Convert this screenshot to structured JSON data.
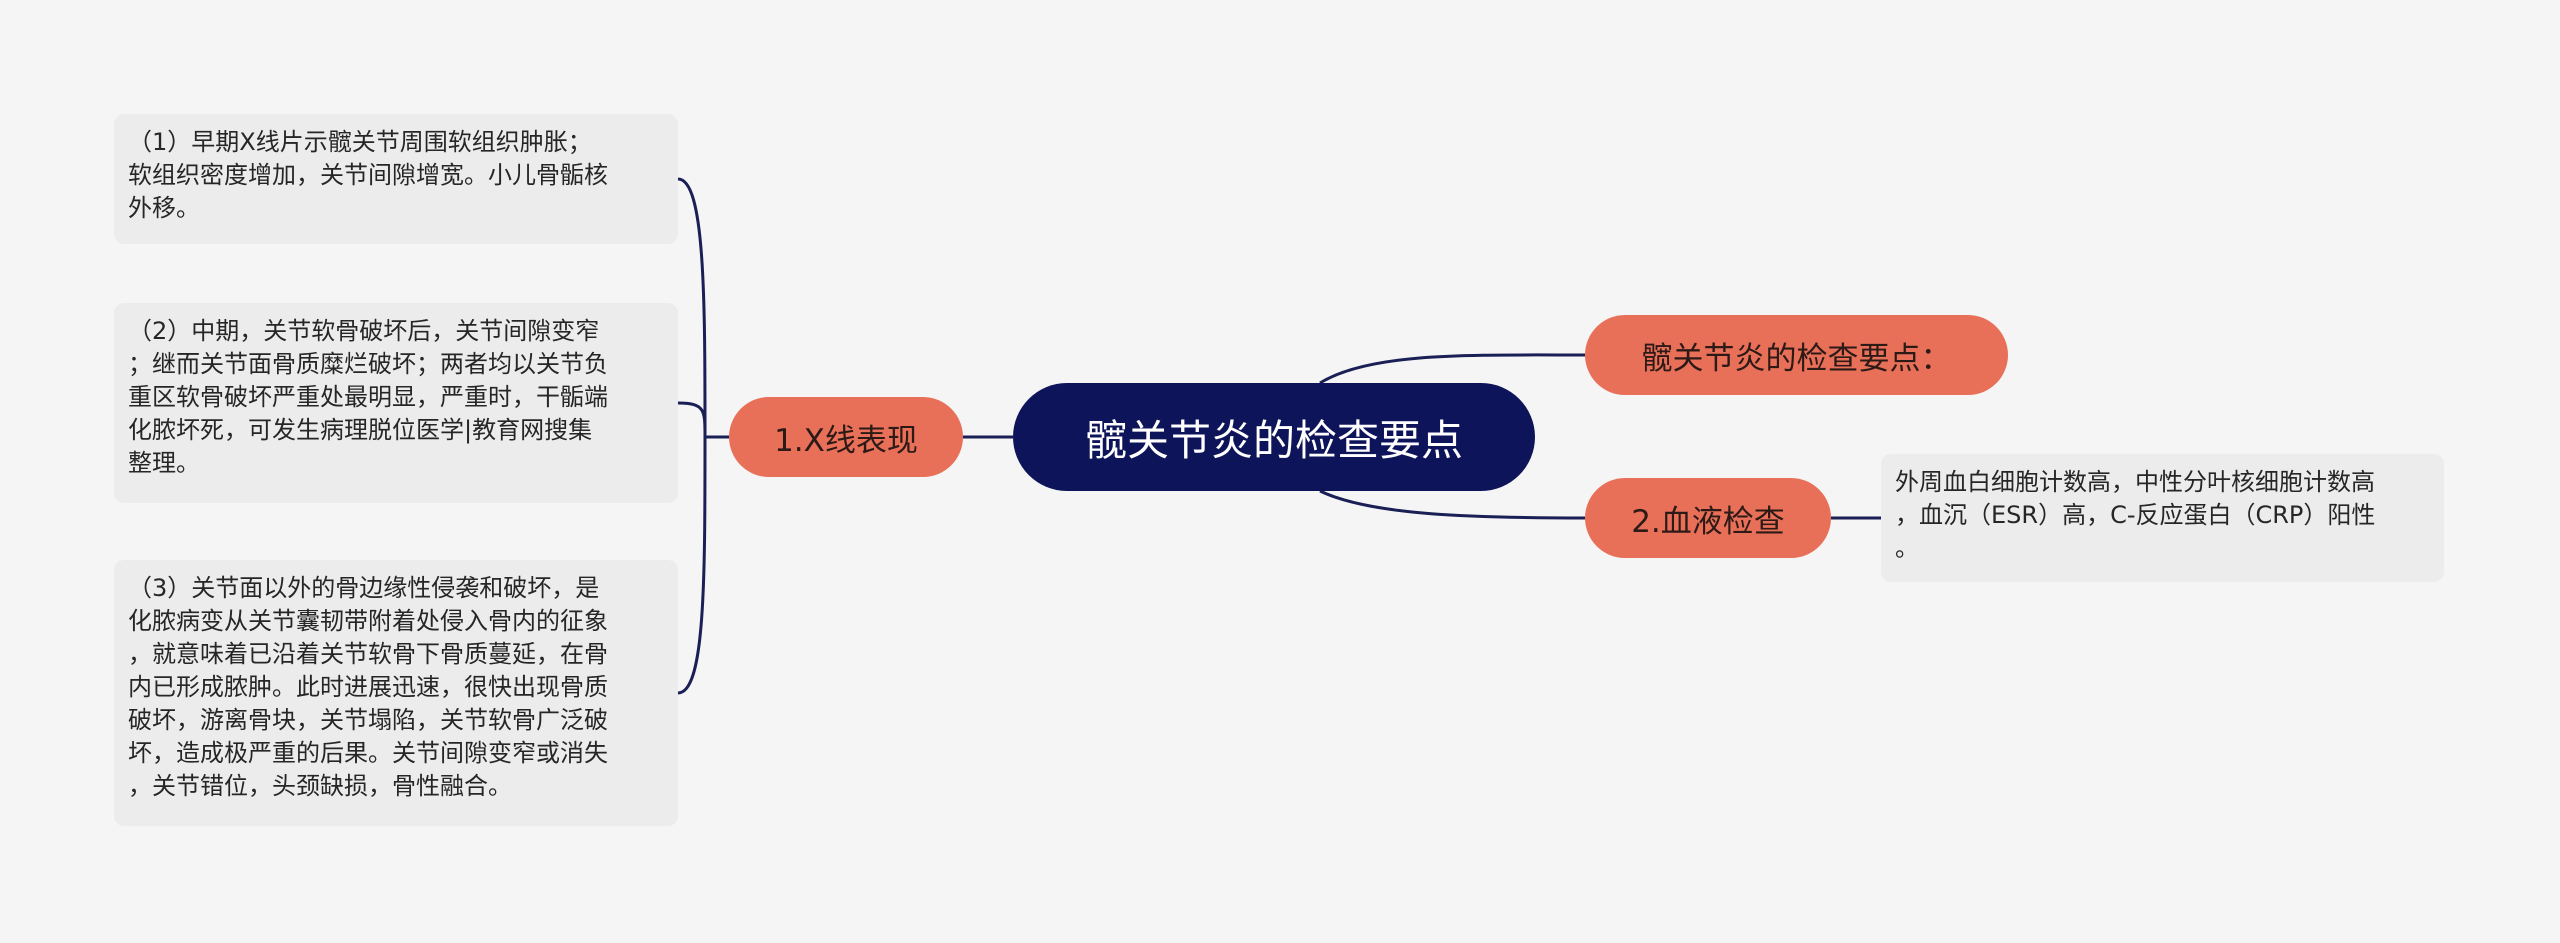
{
  "mindmap": {
    "root": {
      "label": "髋关节炎的检查要点"
    },
    "branches": {
      "xray": {
        "label": "1.X线表现"
      },
      "title": {
        "label": "髋关节炎的检查要点："
      },
      "blood": {
        "label": "2.血液检查"
      }
    },
    "leaves": {
      "xray_early": {
        "text": "（1）早期X线片示髋关节周围软组织肿胀；\n软组织密度增加，关节间隙增宽。小儿骨骺核\n外移。"
      },
      "xray_mid": {
        "text": "（2）中期，关节软骨破坏后，关节间隙变窄\n；继而关节面骨质糜烂破坏；两者均以关节负\n重区软骨破坏严重处最明显，严重时，干骺端\n化脓坏死，可发生病理脱位医学|教育网搜集\n整理。"
      },
      "xray_late": {
        "text": "（3）关节面以外的骨边缘性侵袭和破坏，是\n化脓病变从关节囊韧带附着处侵入骨内的征象\n，就意味着已沿着关节软骨下骨质蔓延，在骨\n内已形成脓肿。此时进展迅速，很快出现骨质\n破坏，游离骨块，关节塌陷，关节软骨广泛破\n坏，造成极严重的后果。关节间隙变窄或消失\n，关节错位，头颈缺损，骨性融合。"
      },
      "blood_result": {
        "text": "外周血白细胞计数高，中性分叶核细胞计数高\n，血沉（ESR）高，C-反应蛋白（CRP）阳性\n。"
      }
    },
    "colors": {
      "background": "#f5f5f5",
      "root_fill": "#0e1459",
      "branch_fill": "#e87059",
      "leaf_fill": "#ececec",
      "connector": "#1a1f55"
    }
  }
}
